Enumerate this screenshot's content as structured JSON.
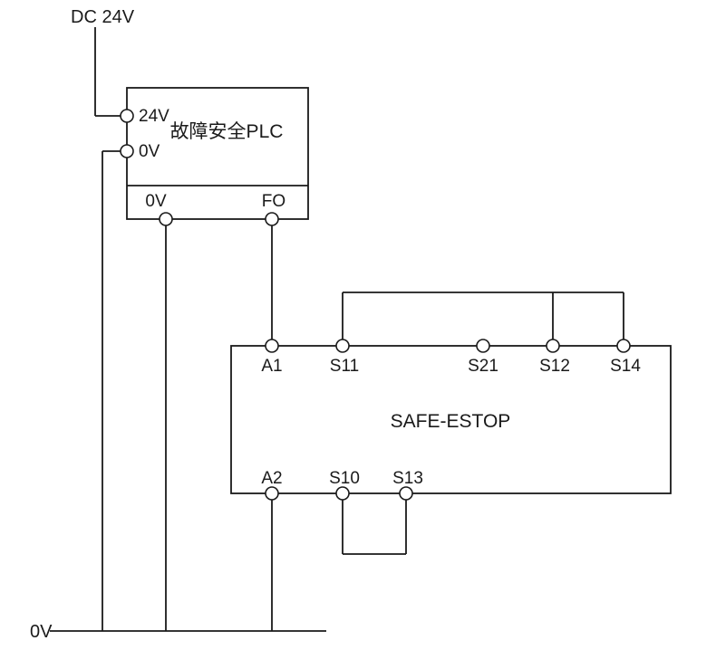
{
  "colors": {
    "line": "#1a1a1a",
    "background": "#ffffff"
  },
  "supply": {
    "label": "DC 24V"
  },
  "ground": {
    "label": "0V"
  },
  "plc": {
    "name": "故障安全PLC",
    "terminal_24v": "24V",
    "terminal_0v_left": "0V",
    "terminal_0v_bottom": "0V",
    "terminal_fo": "FO"
  },
  "estop": {
    "name": "SAFE-ESTOP",
    "top_terminals": [
      "A1",
      "S11",
      "S21",
      "S12",
      "S14"
    ],
    "bottom_terminals": [
      "A2",
      "S10",
      "S13"
    ]
  }
}
